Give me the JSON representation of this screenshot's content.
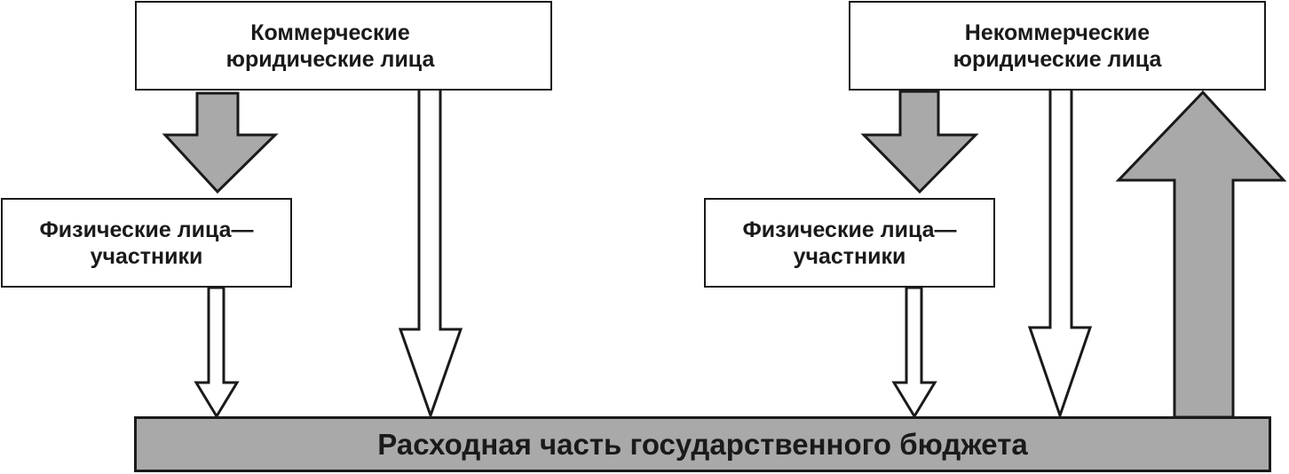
{
  "diagram": {
    "boxes": {
      "commercial": "Коммерческие\nюридические лица",
      "noncommercial": "Некоммерческие\nюридические лица",
      "individuals_left": "Физические лица—\nучастники",
      "individuals_right": "Физические лица—\nучастники",
      "budget": "Расходная часть государственного бюджета"
    },
    "colors": {
      "border": "#1a1a1a",
      "gray_fill": "#a9a9a9",
      "white_fill": "#ffffff"
    }
  }
}
